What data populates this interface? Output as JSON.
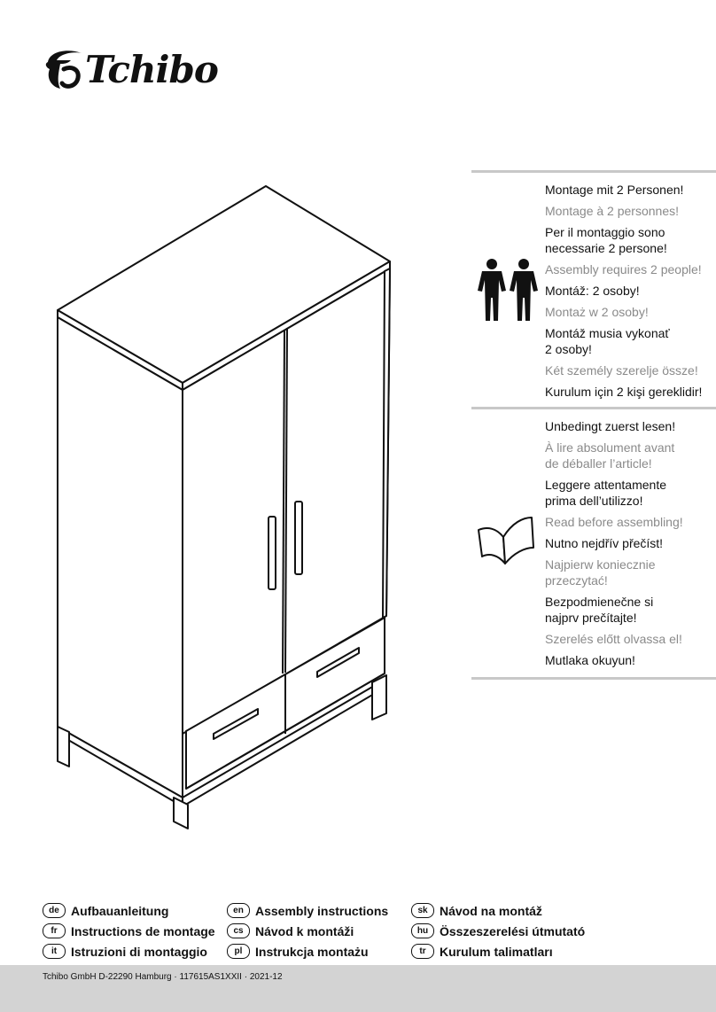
{
  "brand": {
    "name": "Tchibo"
  },
  "two_person": {
    "icon": "two-persons-icon",
    "lines": [
      {
        "text": "Montage mit 2 Personen!",
        "tone": "dark"
      },
      {
        "text": "Montage à 2 personnes!",
        "tone": "gray"
      },
      {
        "text": "Per il montaggio sono\nnecessarie 2 persone!",
        "tone": "dark"
      },
      {
        "text": "Assembly requires 2 people!",
        "tone": "gray"
      },
      {
        "text": "Montáž: 2 osoby!",
        "tone": "dark"
      },
      {
        "text": "Montaż w 2 osoby!",
        "tone": "gray"
      },
      {
        "text": "Montáž musia vykonať\n2 osoby!",
        "tone": "dark"
      },
      {
        "text": "Két személy szerelje össze!",
        "tone": "gray"
      },
      {
        "text": "Kurulum için 2 kişi gereklidir!",
        "tone": "dark"
      }
    ]
  },
  "read_first": {
    "icon": "open-book-icon",
    "lines": [
      {
        "text": "Unbedingt zuerst lesen!",
        "tone": "dark"
      },
      {
        "text": "À lire absolument avant\nde déballer l’article!",
        "tone": "gray"
      },
      {
        "text": "Leggere attentamente\nprima dell’utilizzo!",
        "tone": "dark"
      },
      {
        "text": "Read before assembling!",
        "tone": "gray"
      },
      {
        "text": "Nutno nejdřív přečíst!",
        "tone": "dark"
      },
      {
        "text": "Najpierw koniecznie\nprzeczytać!",
        "tone": "gray"
      },
      {
        "text": "Bezpodmienečne si\nnajprv prečítajte!",
        "tone": "dark"
      },
      {
        "text": "Szerelés előtt olvassa el!",
        "tone": "gray"
      },
      {
        "text": "Mutlaka okuyun!",
        "tone": "dark"
      }
    ]
  },
  "languages": [
    [
      {
        "code": "de",
        "title": "Aufbauanleitung"
      },
      {
        "code": "fr",
        "title": "Instructions de montage"
      },
      {
        "code": "it",
        "title": "Istruzioni di montaggio"
      }
    ],
    [
      {
        "code": "en",
        "title": "Assembly instructions"
      },
      {
        "code": "cs",
        "title": "Návod k montáži"
      },
      {
        "code": "pl",
        "title": "Instrukcja montażu"
      }
    ],
    [
      {
        "code": "sk",
        "title": "Návod na montáž"
      },
      {
        "code": "hu",
        "title": "Összeszerelési útmutató"
      },
      {
        "code": "tr",
        "title": "Kurulum talimatları"
      }
    ]
  ],
  "footer": {
    "text": "Tchibo GmbH D-22290 Hamburg · 117615AS1XXII · 2021-12"
  },
  "illustration": {
    "icon": "wardrobe-illustration"
  }
}
